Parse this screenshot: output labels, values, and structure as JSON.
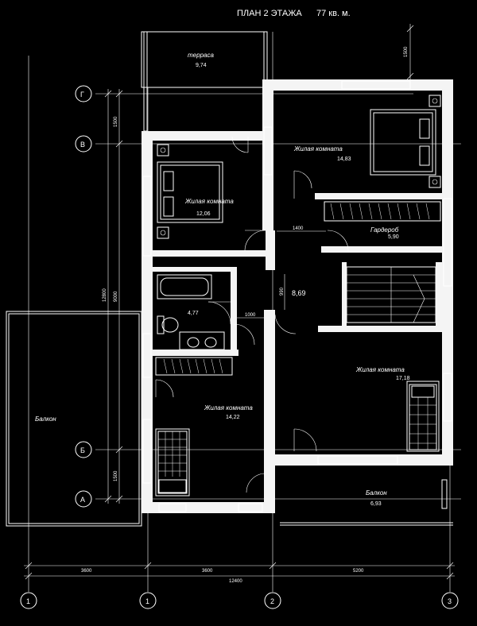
{
  "title": {
    "plan": "ПЛАН 2 ЭТАЖА",
    "area": "77 кв. м."
  },
  "rooms": [
    {
      "name": "терраса",
      "area": "9,74"
    },
    {
      "name": "Жилая комната",
      "area": "14,83"
    },
    {
      "name": "Жилая комната",
      "area": "12,06"
    },
    {
      "name": "Гардероб",
      "area": "5,90"
    },
    {
      "name": "",
      "area": "8,69"
    },
    {
      "name": "",
      "area": "4,77"
    },
    {
      "name": "Жилая комната",
      "area": "17,18"
    },
    {
      "name": "Жилая комната",
      "area": "14,22"
    },
    {
      "name": "Балкон",
      "area": ""
    },
    {
      "name": "Балкон",
      "area": "6,93"
    }
  ],
  "dimensions": {
    "top": "1500",
    "left_outer": "12800",
    "left_inner": "9000",
    "left_top": "1500",
    "left_bottom": "1500",
    "corridor_h": "1400",
    "corridor_v": "990",
    "door": "1000",
    "bottom_1": "3600",
    "bottom_2": "3600",
    "bottom_3": "5200",
    "bottom_total": "12400"
  },
  "axes": {
    "rows": [
      "Г",
      "В",
      "Б",
      "А"
    ],
    "cols": [
      "1",
      "1",
      "2",
      "3"
    ]
  }
}
